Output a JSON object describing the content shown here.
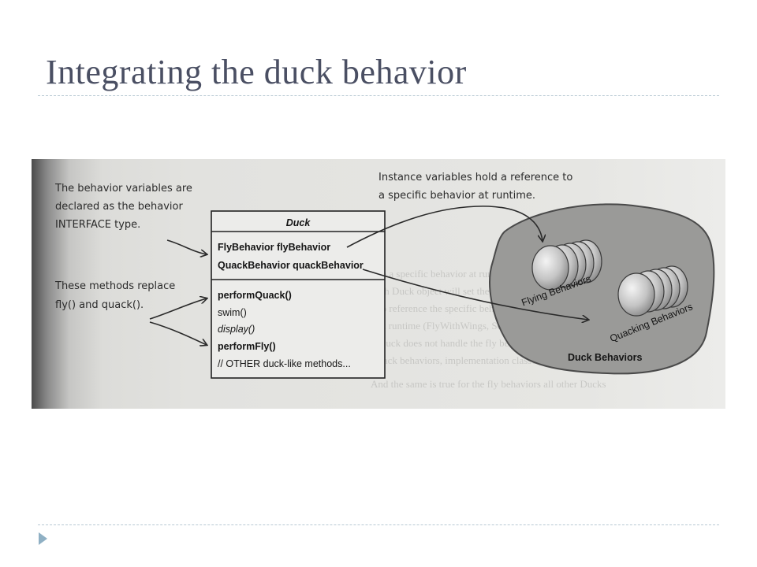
{
  "slide": {
    "title": "Integrating the duck behavior"
  },
  "diagram": {
    "annotations": {
      "variables_note": [
        "The behavior variables are",
        "declared as the behavior",
        "INTERFACE type."
      ],
      "methods_note": [
        "These methods replace",
        "fly() and quack()."
      ],
      "instance_note": [
        "Instance variables hold a reference to",
        "a specific behavior at runtime."
      ]
    },
    "class_box": {
      "name": "Duck",
      "fields": [
        "FlyBehavior flyBehavior",
        "QuackBehavior quackBehavior"
      ],
      "methods": [
        {
          "label": "performQuack()",
          "style": "bold"
        },
        {
          "label": "swim()",
          "style": "normal"
        },
        {
          "label": "display()",
          "style": "italic"
        },
        {
          "label": "performFly()",
          "style": "bold"
        },
        {
          "label": "// OTHER duck-like methods...",
          "style": "normal"
        }
      ]
    },
    "blob": {
      "label": "Duck Behaviors",
      "groups": [
        "Flying Behaviors",
        "Quacking Behaviors"
      ]
    }
  }
}
